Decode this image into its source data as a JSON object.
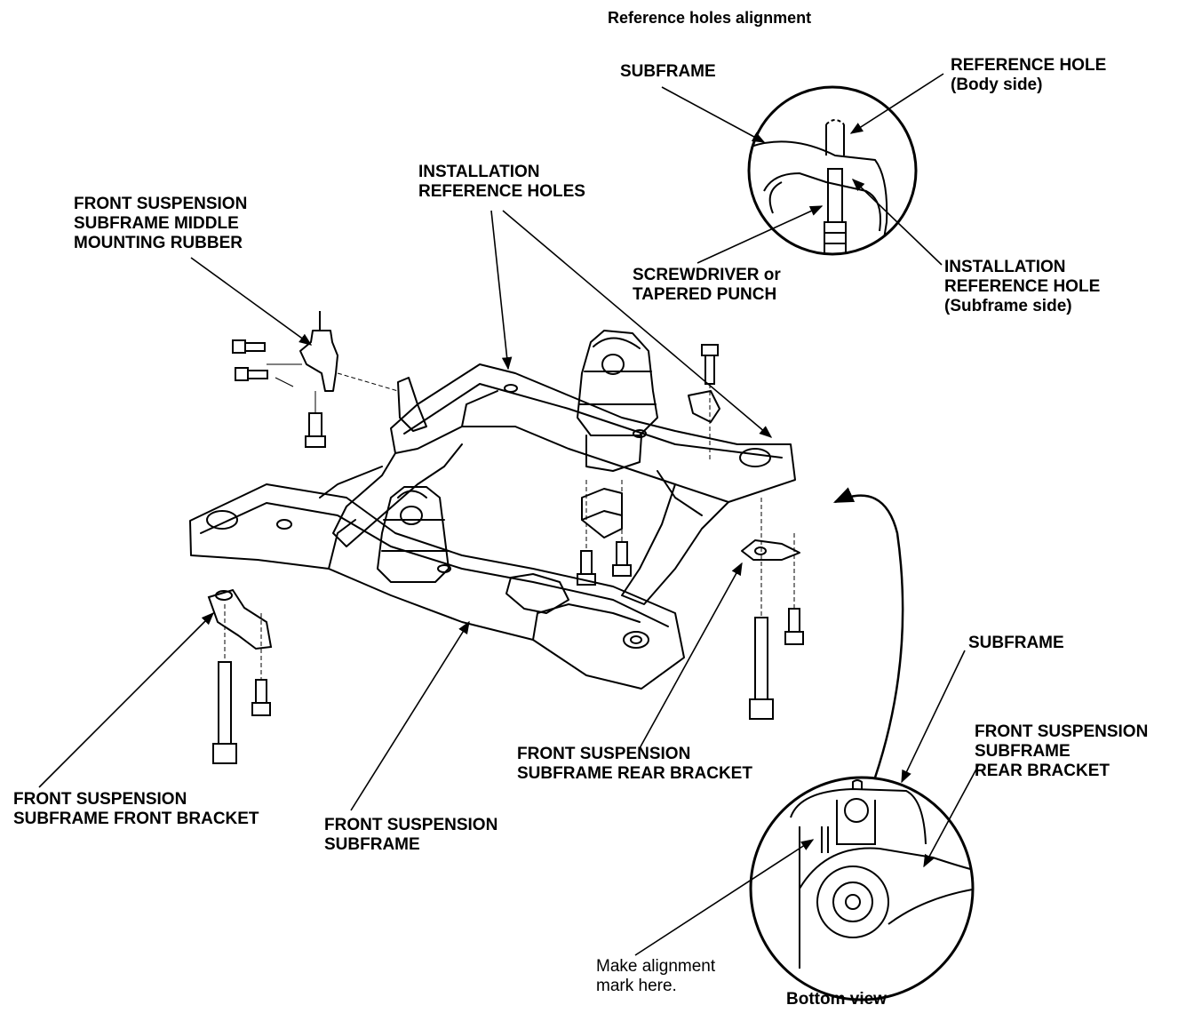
{
  "title": "Reference holes alignment",
  "labels": {
    "subframe_top": [
      "SUBFRAME"
    ],
    "reference_hole_body": [
      "REFERENCE HOLE",
      "(Body side)"
    ],
    "installation_reference_holes": [
      "INSTALLATION",
      "REFERENCE HOLES"
    ],
    "middle_mounting_rubber": [
      "FRONT SUSPENSION",
      "SUBFRAME MIDDLE",
      "MOUNTING RUBBER"
    ],
    "screwdriver": [
      "SCREWDRIVER or",
      "TAPERED PUNCH"
    ],
    "installation_reference_hole_subframe": [
      "INSTALLATION",
      "REFERENCE HOLE",
      "(Subframe side)"
    ],
    "subframe_bottom": [
      "SUBFRAME"
    ],
    "rear_bracket_right": [
      "FRONT SUSPENSION",
      "SUBFRAME",
      "REAR BRACKET"
    ],
    "rear_bracket_center": [
      "FRONT SUSPENSION",
      "SUBFRAME REAR BRACKET"
    ],
    "front_bracket": [
      "FRONT SUSPENSION",
      "SUBFRAME FRONT BRACKET"
    ],
    "front_subframe": [
      "FRONT SUSPENSION",
      "SUBFRAME"
    ],
    "alignment_mark": [
      "Make alignment",
      "mark here."
    ],
    "bottom_view": [
      "Bottom view"
    ]
  },
  "colors": {
    "ink": "#000000",
    "paper": "#ffffff"
  }
}
